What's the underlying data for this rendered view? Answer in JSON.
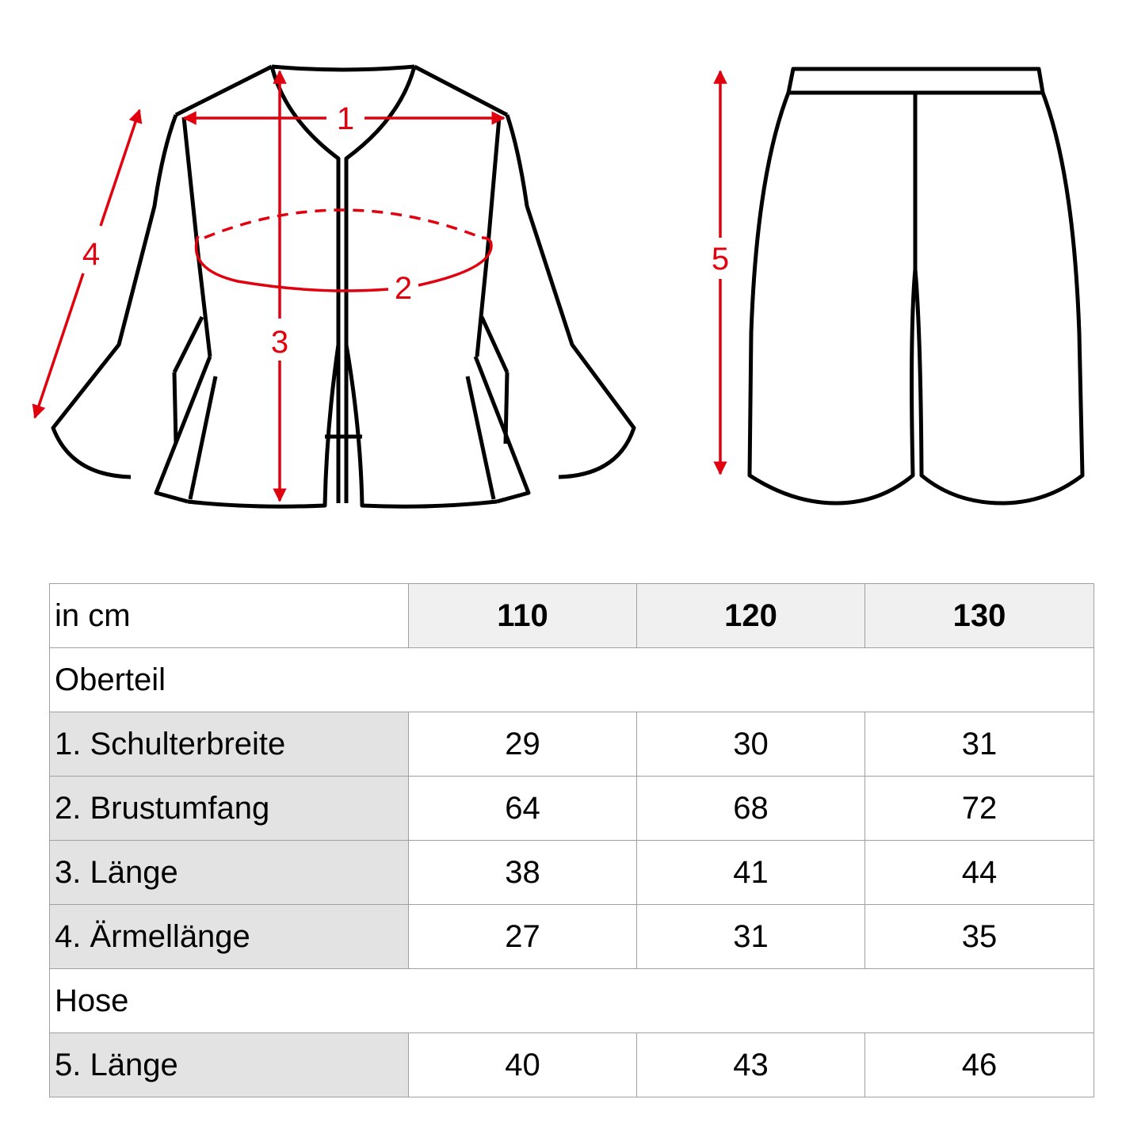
{
  "diagram": {
    "accent_color": "#e0000e",
    "top_labels": {
      "shoulder": "1",
      "chest": "2",
      "length": "3",
      "sleeve": "4"
    },
    "pants_labels": {
      "length": "5"
    }
  },
  "table": {
    "unit_label": "in cm",
    "sizes": [
      "110",
      "120",
      "130"
    ],
    "sections": [
      {
        "title": "Oberteil",
        "rows": [
          {
            "label": "1. Schulterbreite",
            "values": [
              "29",
              "30",
              "31"
            ]
          },
          {
            "label": "2. Brustumfang",
            "values": [
              "64",
              "68",
              "72"
            ]
          },
          {
            "label": "3. Länge",
            "values": [
              "38",
              "41",
              "44"
            ]
          },
          {
            "label": "4. Ärmellänge",
            "values": [
              "27",
              "31",
              "35"
            ]
          }
        ]
      },
      {
        "title": "Hose",
        "rows": [
          {
            "label": "5. Länge",
            "values": [
              "40",
              "43",
              "46"
            ]
          }
        ]
      }
    ]
  }
}
